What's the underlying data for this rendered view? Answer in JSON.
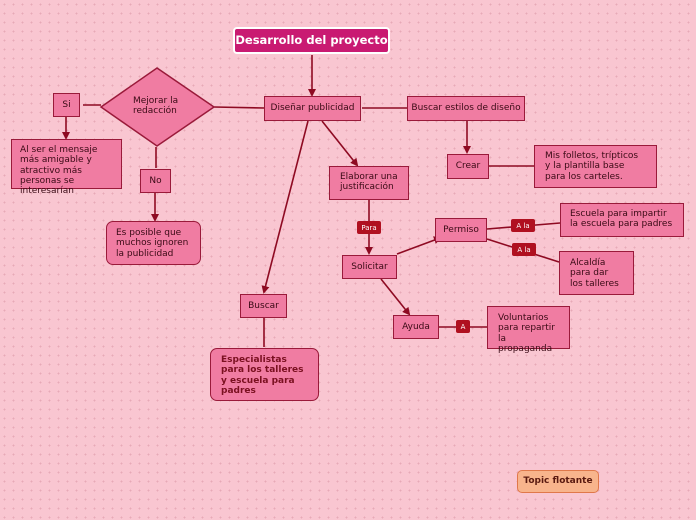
{
  "title": "Desarrollo del proyecto",
  "nodes": {
    "disenar": "Diseñar publicidad",
    "mejorar": "Mejorar la redacción",
    "si": "Si",
    "no": "No",
    "si_result": "Al ser el mensaje más amigable y atractivo más personas se interesarían",
    "no_result": "Es posible que muchos ignoren la publicidad",
    "buscar_estilos": "Buscar estilos de diseño",
    "crear": "Crear",
    "folletos": "Mis folletos, trípticos y la plantilla base para los carteles.",
    "elaborar": "Elaborar una justificación",
    "solicitar": "Solicitar",
    "permiso": "Permiso",
    "escuela": "Escuela para impartir la escuela para padres",
    "alcaldia": "Alcaldía para dar los talleres",
    "ayuda": "Ayuda",
    "voluntarios": "Voluntarios para repartir la propaganda",
    "buscar": "Buscar",
    "especialistas": "Especialistas para los talleres y escuela para padres",
    "floating": "Topic flotante"
  },
  "tags": {
    "para": "Para",
    "a_la_1": "A la",
    "a_la_2": "A la",
    "a": "A"
  },
  "colors": {
    "node_fill": "#f07ca2",
    "node_border": "#9a1a3a",
    "title_fill": "#c91a72",
    "line": "#8e0a22",
    "tag_fill": "#b01020",
    "floating_fill": "#f8b48c"
  }
}
